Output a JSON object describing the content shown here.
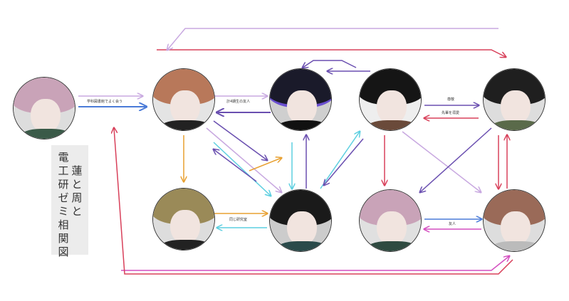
{
  "title": {
    "col1": "電工研ゼミ相関図",
    "col2": "蓮と周と"
  },
  "colors": {
    "purple": "#6a4fb0",
    "pink": "#d44fc0",
    "blue": "#4a7bd8",
    "orange": "#e8a030",
    "cyan": "#5ccfe0",
    "red": "#d8405a",
    "lavender": "#c8a8e0"
  },
  "relations": {
    "library": "学科図書館でよく会う",
    "friend_4th": "計4期生の友人",
    "respect": "尊敬",
    "dote": "先輩を溺愛",
    "friend": "友人",
    "lab": "同じ研究室"
  }
}
